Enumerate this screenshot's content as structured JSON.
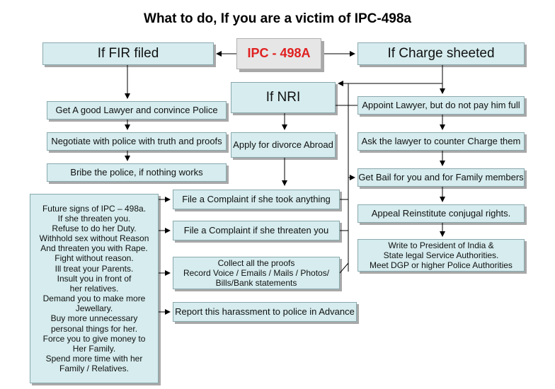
{
  "title": "What to do, If you are a victim of IPC-498a",
  "center": "IPC - 498A",
  "headers": {
    "fir": "If FIR filed",
    "nri": "If NRI",
    "charge": "If Charge sheeted"
  },
  "fir_steps": [
    "Get A good Lawyer and convince Police",
    "Negotiate with police with truth and proofs",
    "Bribe the police, if nothing works"
  ],
  "nri_step": "Apply for divorce Abroad",
  "charge_steps": [
    "Appoint  Lawyer, but do not pay him full",
    "Ask the lawyer to counter Charge them",
    "Get Bail for you and for Family members",
    "Appeal Reinstitute conjugal rights.",
    "Write to President of India &\nState legal Service Authorities.\nMeet DGP or higher Police Authorities"
  ],
  "middle_actions": [
    "File a Complaint if she took anything",
    "File a Complaint if she threaten you",
    "Collect all the proofs\nRecord Voice / Emails / Mails / Photos/\nBills/Bank statements",
    "Report this harassment to police in Advance"
  ],
  "future_signs": "Future signs of IPC – 498a.\nIf she threaten you.\nRefuse to do her Duty.\nWithhold sex without Reason\nAnd threaten you with Rape.\nFight without reason.\nIll treat your Parents.\nInsult you in front of\nher relatives.\nDemand you to make more\nJewellary.\nBuy more unnecessary\npersonal things for her.\nForce you to give money to\nHer Family.\nSpend more time with her\nFamily / Relatives.",
  "colors": {
    "box_fill": "#d6ecee",
    "box_border": "#8aa9ae",
    "center_fill": "#e6e6e6",
    "center_text": "#e02020",
    "connector": "#000000"
  }
}
